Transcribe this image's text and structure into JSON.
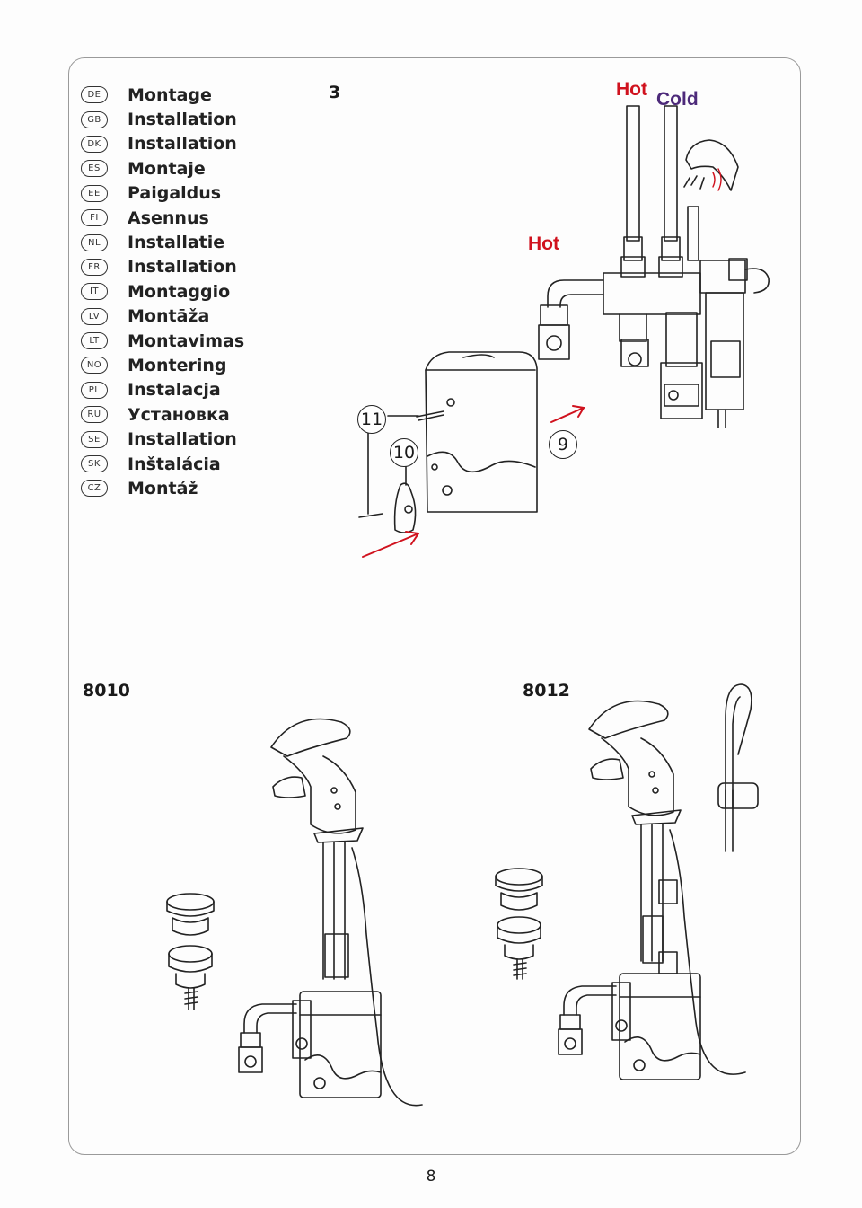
{
  "languages": [
    {
      "code": "DE",
      "label": "Montage"
    },
    {
      "code": "GB",
      "label": "Installation"
    },
    {
      "code": "DK",
      "label": "Installation"
    },
    {
      "code": "ES",
      "label": "Montaje"
    },
    {
      "code": "EE",
      "label": "Paigaldus"
    },
    {
      "code": "FI",
      "label": "Asennus"
    },
    {
      "code": "NL",
      "label": "Installatie"
    },
    {
      "code": "FR",
      "label": "Installation"
    },
    {
      "code": "IT",
      "label": "Montaggio"
    },
    {
      "code": "LV",
      "label": "Montāža"
    },
    {
      "code": "LT",
      "label": "Montavimas"
    },
    {
      "code": "NO",
      "label": "Montering"
    },
    {
      "code": "PL",
      "label": "Instalacja"
    },
    {
      "code": "RU",
      "label": "Установка"
    },
    {
      "code": "SE",
      "label": "Installation"
    },
    {
      "code": "SK",
      "label": "Inštalácia"
    },
    {
      "code": "CZ",
      "label": "Montáž"
    }
  ],
  "step_number": "3",
  "diagram": {
    "hot_label_top": "Hot",
    "cold_label_top": "Cold",
    "hot_label_side": "Hot",
    "callouts": [
      "11",
      "10",
      "9"
    ],
    "colors": {
      "hot": "#d0121e",
      "cold": "#4d2a7a",
      "arrow": "#d0121e"
    }
  },
  "models": [
    "8010",
    "8012"
  ],
  "page_number": "8"
}
